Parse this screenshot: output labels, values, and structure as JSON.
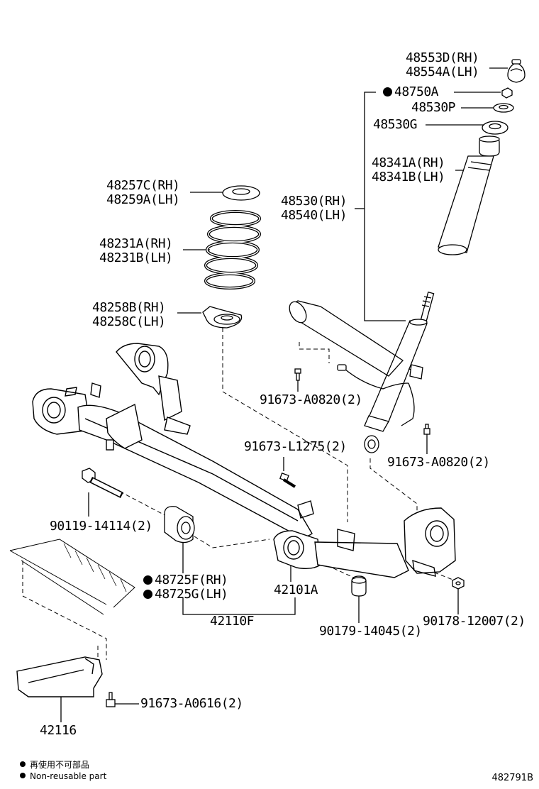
{
  "labels": {
    "support_rh": "48553D(RH)",
    "support_lh": "48554A(LH)",
    "nut": "48750A",
    "retainer_p": "48530P",
    "retainer_g": "48530G",
    "bumper_rh": "48341A(RH)",
    "bumper_lh": "48341B(LH)",
    "upper_seat_rh": "48257C(RH)",
    "upper_seat_lh": "48259A(LH)",
    "absorber_rh": "48530(RH)",
    "absorber_lh": "48540(LH)",
    "spring_rh": "48231A(RH)",
    "spring_lh": "48231B(LH)",
    "lower_seat_rh": "48258B(RH)",
    "lower_seat_lh": "48258C(LH)",
    "bolt_a0820_upper": "91673-A0820(2)",
    "bolt_l1275": "91673-L1275(2)",
    "bolt_a0820_lower": "91673-A0820(2)",
    "bolt_90119": "90119-14114(2)",
    "bush_rh": "48725F(RH)",
    "bush_lh": "48725G(LH)",
    "beam": "42101A",
    "beam_assy": "42110F",
    "bolt_90179": "90179-14045(2)",
    "nut_90178": "90178-12007(2)",
    "bolt_a0616": "91673-A0616(2)",
    "cover": "42116"
  },
  "legend": {
    "jp": "再使用不可部品",
    "en": "Non-reusable part"
  },
  "ref_code": "482791B"
}
